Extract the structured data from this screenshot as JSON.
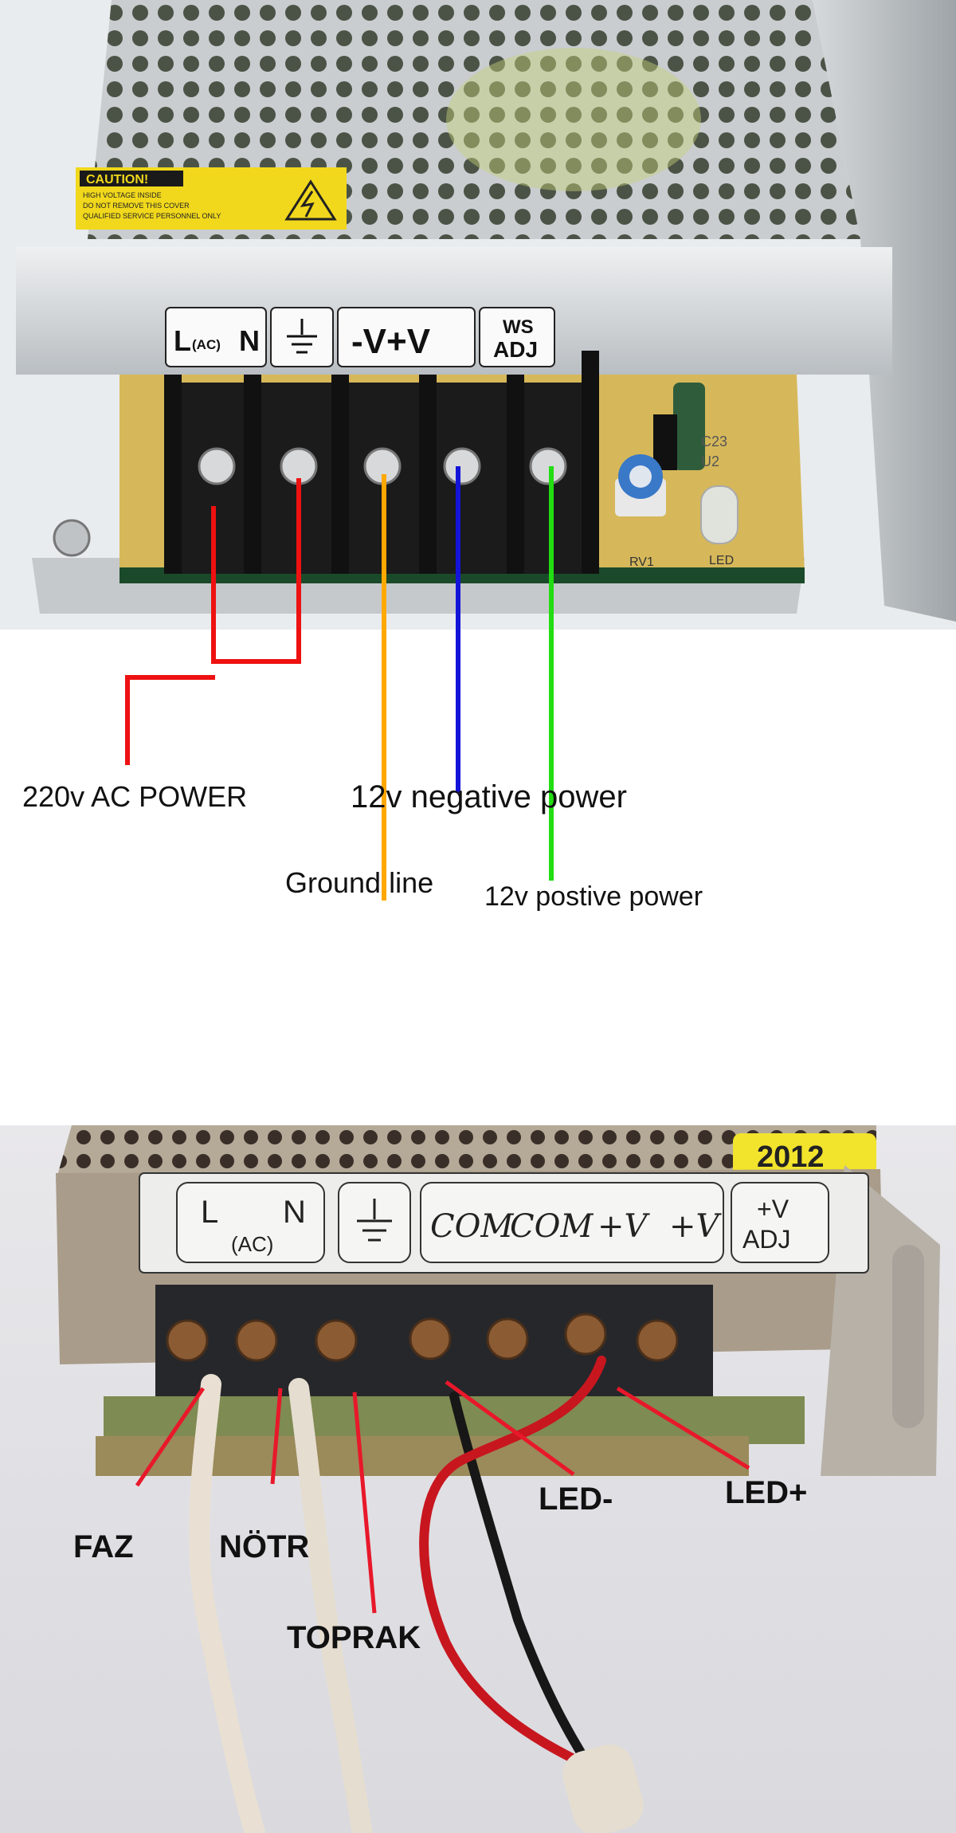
{
  "top_photo": {
    "caution_label": {
      "title": "CAUTION!",
      "line1": "HIGH VOLTAGE INSIDE",
      "line2": "DO NOT REMOVE THIS COVER",
      "line3": "QUALIFIED SERVICE PERSONNEL ONLY"
    },
    "terminal_label": {
      "ln": "L(AC)N",
      "l": "L",
      "ac": "(AC)",
      "n": "N",
      "voltage": "-V+V",
      "adj_top": "WS",
      "adj_bottom": "ADJ"
    },
    "board_marks": {
      "rv": "RV1",
      "led": "LED",
      "u2": "U2",
      "c23": "C23"
    },
    "wire_colors": {
      "ac": "#ee1111",
      "ground": "#ffa800",
      "negative": "#1414d8",
      "positive": "#22dd11"
    },
    "annotations": {
      "ac_power": "220v AC POWER",
      "negative": "12v negative power",
      "ground": "Ground line",
      "positive": "12v postive power"
    }
  },
  "bottom_photo": {
    "year_sticker": "2012",
    "terminal_label": {
      "l": "L",
      "n": "N",
      "ac": "(AC)",
      "com1": "COM",
      "com2": "COM",
      "v1": "+V",
      "v2": "+V",
      "adj_top": "+V",
      "adj_bottom": "ADJ"
    },
    "pointer_color": "#e8182a",
    "annotations": {
      "faz": "FAZ",
      "notr": "NÖTR",
      "toprak": "TOPRAK",
      "led_minus": "LED-",
      "led_plus": "LED+"
    }
  }
}
